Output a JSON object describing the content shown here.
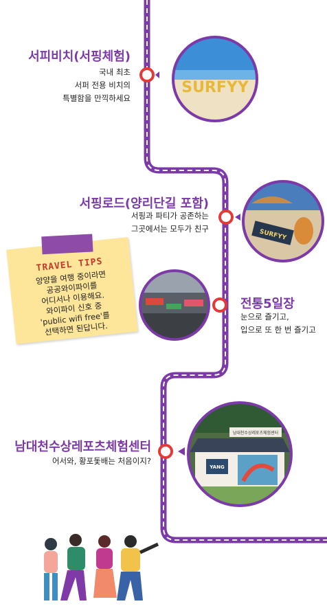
{
  "stops": [
    {
      "title": "서피비치(서핑체험)",
      "lines": [
        "국내 최초",
        "서퍼 전용 비치의",
        "특별함을 만끽하세요"
      ],
      "photo_sign": "SURFYY"
    },
    {
      "title": "서핑로드(양리단길 포함)",
      "lines": [
        "서핑과 파티가 공존하는",
        "그곳에서는 모두가 친구"
      ],
      "photo_sign": "SURFYY"
    },
    {
      "title": "전통5일장",
      "lines": [
        "눈으로 즐기고,",
        "입으로 또 한 번 즐기고"
      ]
    },
    {
      "title": "남대천수상레포츠체험센터",
      "lines": [
        "어서와, 황포돛배는 처음이지?"
      ],
      "photo_sign": "남대천수상레포츠체험센터",
      "photo_sign2": "YANG"
    }
  ],
  "tips": {
    "title": "TRAVEL TIPS",
    "lines": [
      "양양을 여행 중이라면",
      "공공와이파이를",
      "어디서나 이용해요.",
      "와이파이 신호 중",
      "'public wifi free'를",
      "선택하면 된답니다."
    ]
  },
  "colors": {
    "accent": "#7c3aa8",
    "marker": "#e53935",
    "note": "#fde59a"
  }
}
